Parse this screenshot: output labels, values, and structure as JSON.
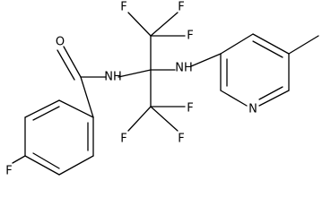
{
  "molecule": {
    "atom_labels": {
      "o": "O",
      "nh_amide": "NH",
      "nh_amine": "NH",
      "n_pyridine": "N",
      "f_para": "F",
      "f_top_left": "F",
      "f_top_right": "F",
      "f_top_mid": "F",
      "f_bottom_left": "F",
      "f_bottom_right": "F",
      "f_bottom_mid": "F"
    }
  },
  "colors": {
    "bond": "#000000",
    "label": "#000000",
    "background": "#ffffff"
  }
}
